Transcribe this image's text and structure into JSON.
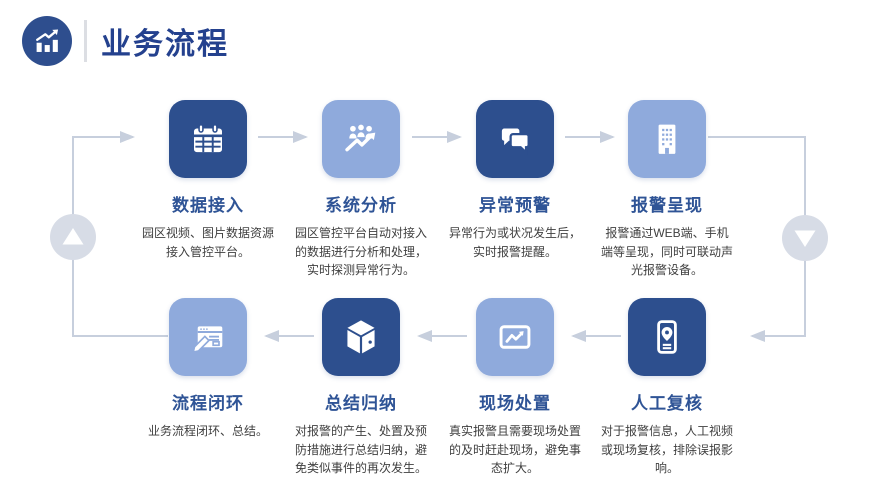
{
  "header": {
    "title": "业务流程",
    "logo_icon": "bar-chart-growth-icon"
  },
  "colors": {
    "tile_dark": "#2D4F8E",
    "tile_light": "#8FAADC",
    "step_title": "#2F5496",
    "header_title": "#24418E",
    "connector_gray": "#C7CFDD",
    "loop_circle_gray": "#D7DCE6",
    "description_text": "#3F3F3F",
    "background": "#FFFFFF"
  },
  "steps": [
    {
      "title": "数据接入",
      "description": "园区视频、图片数据资源接入管控平台。",
      "tile": "dark",
      "icon": "calendar-icon"
    },
    {
      "title": "系统分析",
      "description": "园区管控平台自动对接入的数据进行分析和处理，实时探测异常行为。",
      "tile": "light",
      "icon": "people-trend-icon"
    },
    {
      "title": "异常预警",
      "description": "异常行为或状况发生后，实时报警提醒。",
      "tile": "dark",
      "icon": "chat-bubbles-icon"
    },
    {
      "title": "报警呈现",
      "description": "报警通过WEB端、手机端等呈现，同时可联动声光报警设备。",
      "tile": "light",
      "icon": "building-icon"
    },
    {
      "title": "人工复核",
      "description": "对于报警信息，人工视频或现场复核，排除误报影响。",
      "tile": "dark",
      "icon": "phone-location-icon"
    },
    {
      "title": "现场处置",
      "description": "真实报警且需要现场处置的及时赶赴现场，避免事态扩大。",
      "tile": "light",
      "icon": "screen-signal-icon"
    },
    {
      "title": "总结归纳",
      "description": "对报警的产生、处置及预防措施进行总结归纳，避免类似事件的再次发生。",
      "tile": "dark",
      "icon": "package-box-icon"
    },
    {
      "title": "流程闭环",
      "description": "业务流程闭环、总结。",
      "tile": "light",
      "icon": "document-edit-icon"
    }
  ]
}
